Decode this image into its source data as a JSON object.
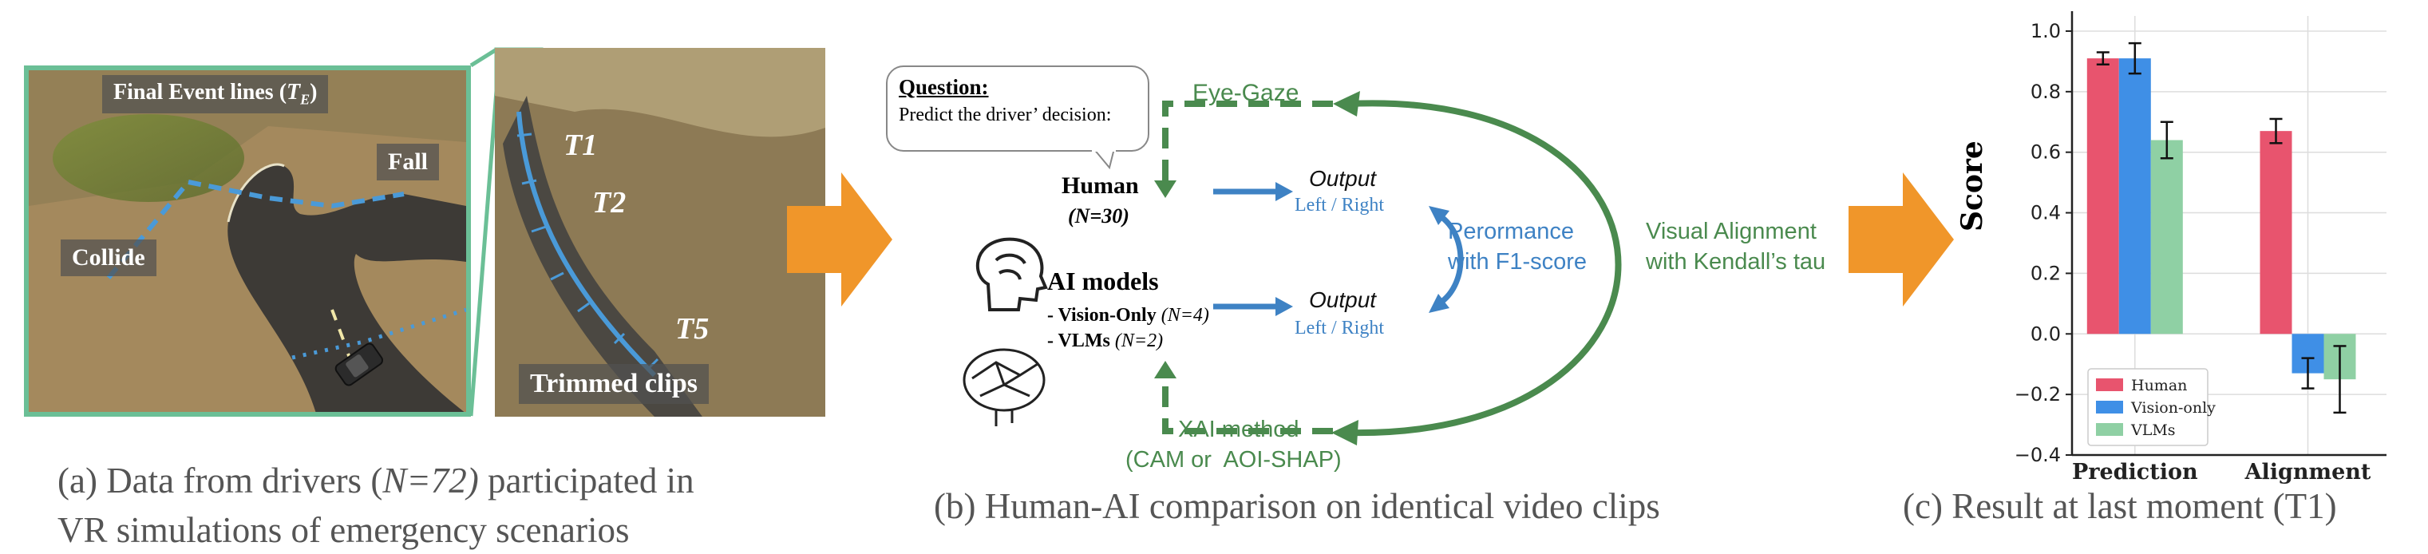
{
  "panel_a": {
    "final_event_label": "Final Event lines (",
    "final_event_symbol": "T",
    "final_event_sub": "E",
    "final_event_close": ")",
    "fall_label": "Fall",
    "collide_label": "Collide",
    "t1_label": "T1",
    "t2_label": "T2",
    "t5_label": "T5",
    "trimmed_label": "Trimmed clips",
    "caption_line1_pre": "(a) Data from drivers (",
    "caption_line1_italic": "N=72)",
    "caption_line1_post": " participated in",
    "caption_line2": "VR simulations of emergency scenarios",
    "colors": {
      "frame": "#6bbf96",
      "dashed_line": "#4a9ad8"
    }
  },
  "panel_b": {
    "question_title": "Question:",
    "question_text": "Predict the driver’ decision:",
    "eye_gaze": "Eye-Gaze",
    "human_title": "Human",
    "human_n": "(N=30)",
    "ai_title": "AI models",
    "ai_item1_pre": "- Vision-Only ",
    "ai_item1_n": "(N=4)",
    "ai_item2_pre": "- VLMs ",
    "ai_item2_n": "(N=2)",
    "output_top": "Output",
    "output_top_sub": "Left / Right",
    "output_bottom": "Output",
    "output_bottom_sub": "Left / Right",
    "performance_line1": "Perormance",
    "performance_line2": "with F1-score",
    "alignment_line1": "Visual Alignment",
    "alignment_line2": "with Kendall’s tau",
    "xai_line1": "XAI method",
    "xai_line2": "(CAM or  AOI-SHAP)",
    "caption": "(b) Human-AI comparison on identical video clips",
    "colors": {
      "green": "#4a8a4e",
      "blue": "#3e82c4",
      "orange": "#f0962a"
    }
  },
  "panel_c": {
    "caption": "(c) Result at last moment (T1)"
  },
  "chart_data": {
    "type": "bar",
    "categories": [
      "Prediction",
      "Alignment"
    ],
    "ylabel": "Score",
    "xlabel": "",
    "ylim": [
      -0.4,
      1.05
    ],
    "yticks": [
      "1.0",
      "0.8",
      "0.6",
      "0.4",
      "0.2",
      "0.0",
      "−0.2",
      "−0.4"
    ],
    "ytick_values": [
      1.0,
      0.8,
      0.6,
      0.4,
      0.2,
      0.0,
      -0.2,
      -0.4
    ],
    "grid": true,
    "legend_position": "bottom-left",
    "series": [
      {
        "name": "Human",
        "color": "#e8546e",
        "values": [
          0.91,
          0.67
        ],
        "errors": [
          0.02,
          0.04
        ]
      },
      {
        "name": "Vision-only",
        "color": "#3f8fe6",
        "values": [
          0.91,
          -0.13
        ],
        "errors": [
          0.05,
          0.05
        ]
      },
      {
        "name": "VLMs",
        "color": "#8fd0a4",
        "values": [
          0.64,
          -0.15
        ],
        "errors": [
          0.06,
          0.11
        ]
      }
    ]
  }
}
